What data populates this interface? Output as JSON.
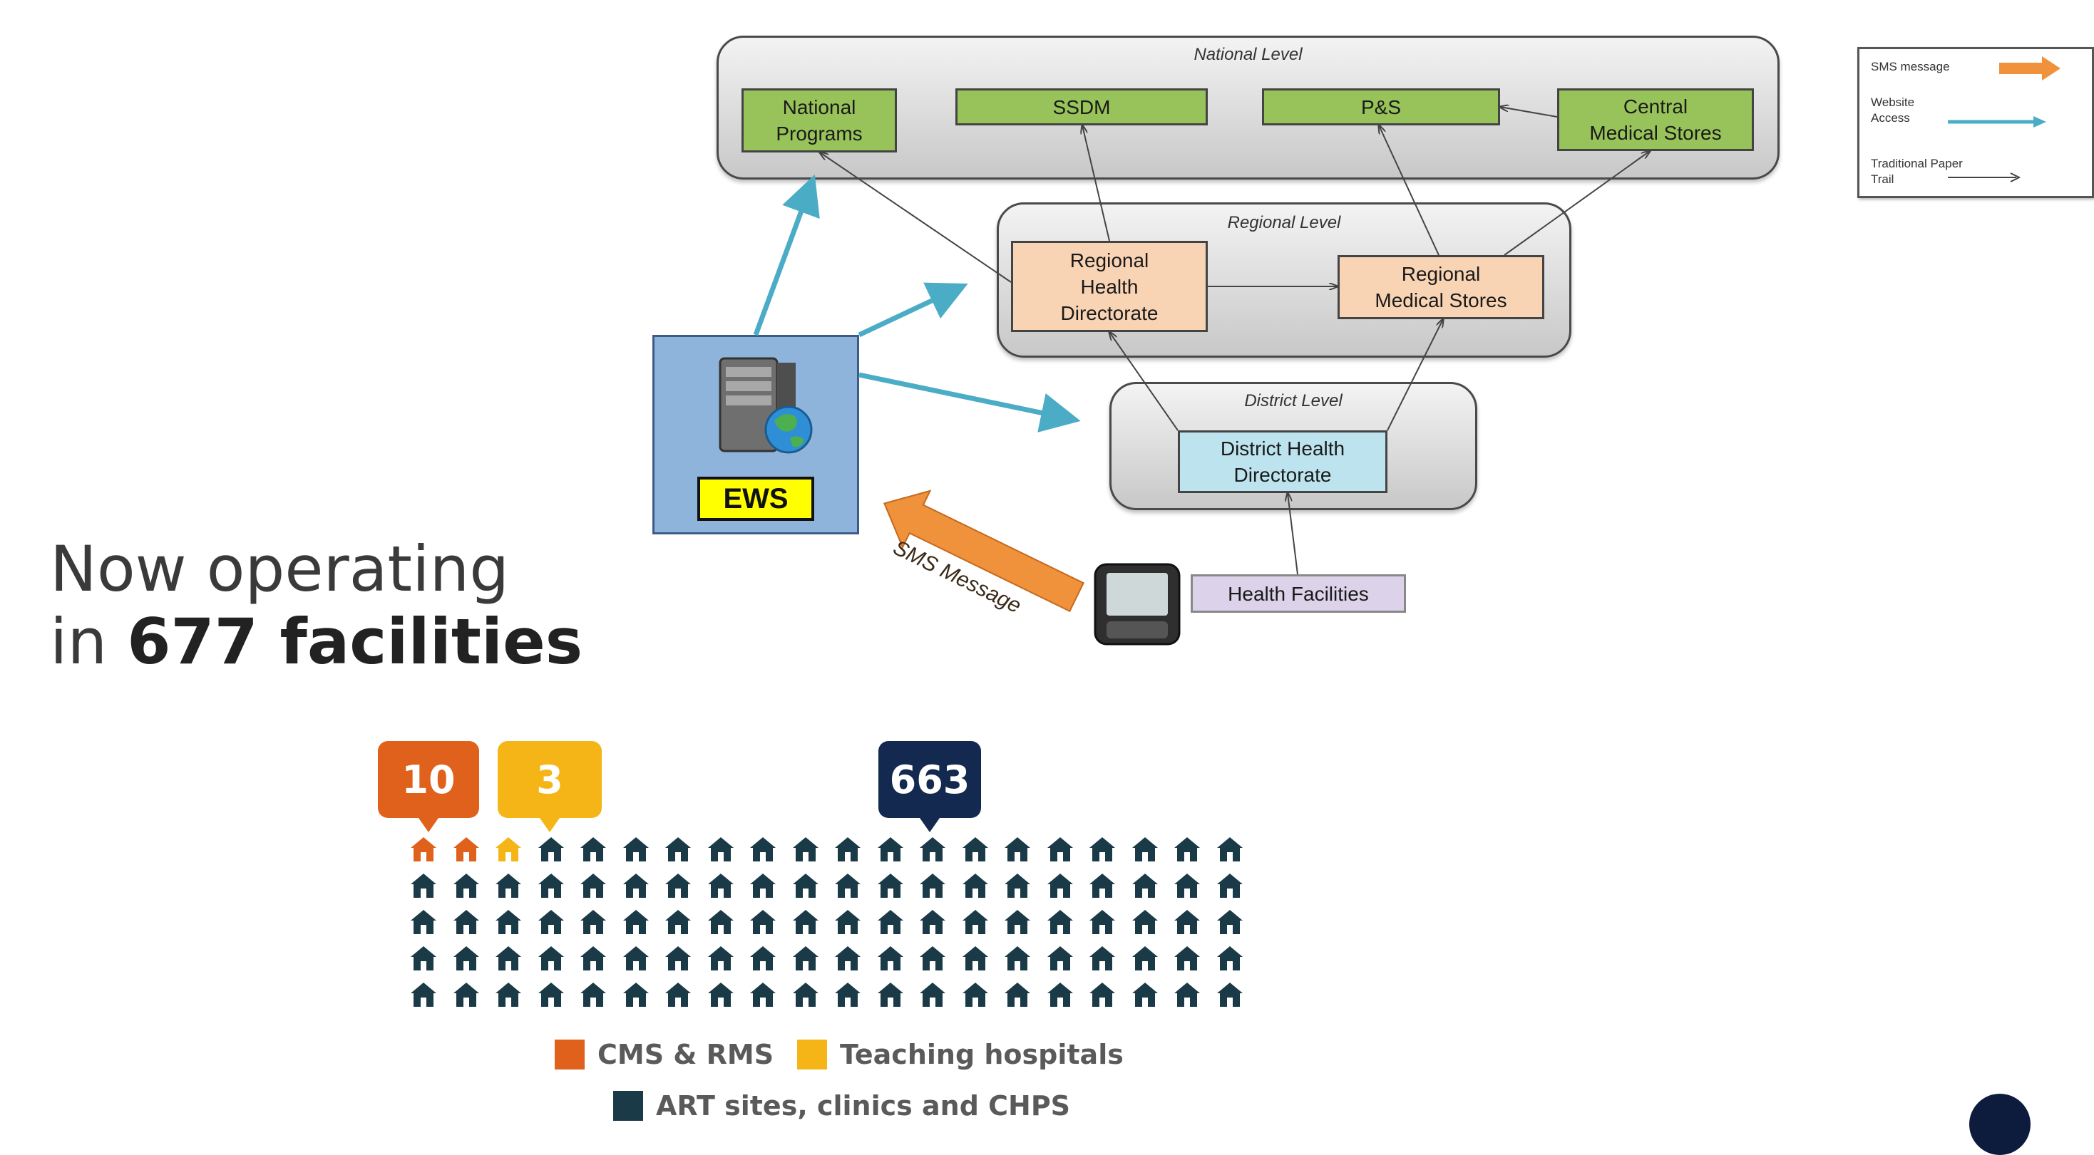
{
  "diagram": {
    "levels": {
      "national": "National Level",
      "regional": "Regional Level",
      "district": "District Level"
    },
    "nodes": {
      "national_programs": "National\nPrograms",
      "ssdm": "SSDM",
      "ps": "P&S",
      "central_medical_stores": "Central\nMedical Stores",
      "regional_health_directorate": "Regional\nHealth\nDirectorate",
      "regional_medical_stores": "Regional\nMedical Stores",
      "district_health_directorate": "District Health\nDirectorate",
      "health_facilities": "Health Facilities"
    },
    "ews_label": "EWS",
    "sms_arrow_label": "SMS Message",
    "legend": {
      "sms": "SMS message",
      "website": "Website\nAccess",
      "paper": "Traditional Paper\nTrail"
    },
    "colors": {
      "sms_arrow": "#f0913c",
      "website_arrow": "#4bacc6",
      "paper_arrow": "#444444"
    }
  },
  "stats": {
    "headline_prefix": "Now operating\nin ",
    "headline_bold": "677 facilities",
    "counts": [
      {
        "value": "10",
        "color": "#e0611b"
      },
      {
        "value": "3",
        "color": "#f5b517"
      },
      {
        "value": "663",
        "color": "#13294f"
      }
    ],
    "legend": [
      {
        "label": "CMS & RMS",
        "color": "#e0611b"
      },
      {
        "label": "Teaching hospitals",
        "color": "#f5b517"
      },
      {
        "label": "ART sites, clinics and CHPS",
        "color": "#1b3a47"
      }
    ]
  }
}
